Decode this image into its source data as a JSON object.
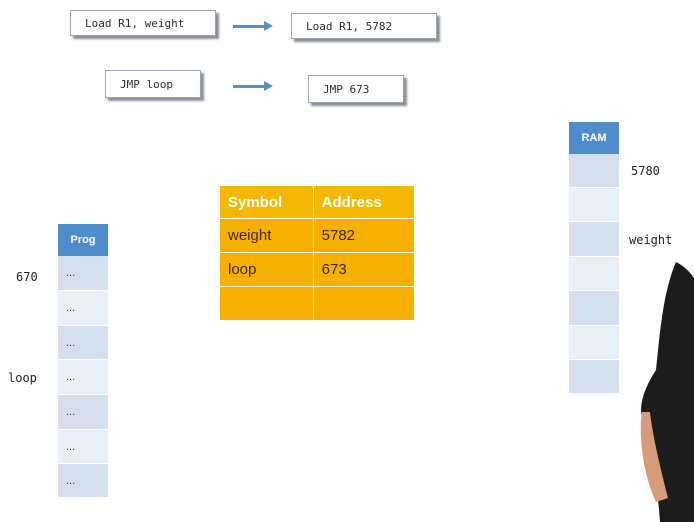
{
  "instructions": [
    {
      "before": "Load R1, weight",
      "after": "Load R1, 5782"
    },
    {
      "before": "JMP loop",
      "after": "JMP 673"
    }
  ],
  "symbol_table": {
    "headers": [
      "Symbol",
      "Address"
    ],
    "rows": [
      [
        "weight",
        "5782"
      ],
      [
        "loop",
        "673"
      ],
      [
        "",
        ""
      ]
    ]
  },
  "prog": {
    "title": "Prog",
    "cells": [
      "...",
      "...",
      "...",
      "...",
      "...",
      "...",
      "..."
    ],
    "labels": {
      "first": "670",
      "loop": "loop"
    }
  },
  "ram": {
    "title": "RAM",
    "labels": {
      "first": "5780",
      "weight": "weight"
    }
  },
  "colors": {
    "table": "#f5b800",
    "header": "#4f8ccc",
    "arrow": "#5b8ec5"
  }
}
